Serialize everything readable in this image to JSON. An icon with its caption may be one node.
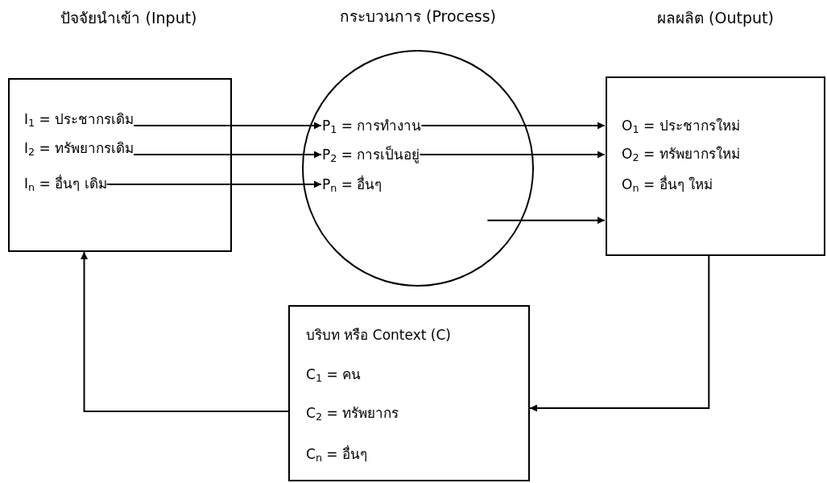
{
  "diagram": {
    "nodes": [
      {
        "text": [
          "ปัจจัยนำเข้า (Input)"
        ]
      },
      {
        "text": [
          "I$_{1}$ = ประชากรเดิม"
        ],
        "in": 0
      },
      {
        "text": [
          "I$_{2}$ = ทรัพยากรเดิม"
        ],
        "in": 0
      },
      {
        "text": [
          "I$_{n}$ = อื่นๆ เดิม"
        ],
        "in": 0
      },
      {
        "text": [
          "กระบวนการ (Process)"
        ]
      },
      {
        "text": [
          "P$_{1}$ = การทำงาน"
        ],
        "in": 4
      },
      {
        "text": [
          "P$_{2}$ = การเป็นอยู่"
        ],
        "in": 4
      },
      {
        "text": [
          "P$_{n}$ = อื่นๆ"
        ],
        "in": 4
      },
      {
        "text": [
          "ผลผลิต (Output)"
        ]
      },
      {
        "text": [
          "O$_{1}$ = ประชากรใหม่"
        ],
        "in": 8
      },
      {
        "text": [
          "O$_{2}$ = ทรัพยากรใหม่"
        ],
        "in": 8
      },
      {
        "text": [
          "O$_{n}$ = อื่นๆ ใหม่"
        ],
        "in": 8
      },
      {
        "text": [
          "บริบท หรือ Context (C)"
        ]
      },
      {
        "text": [
          "C$_{1}$ = คน"
        ],
        "in": 12
      },
      {
        "text": [
          "C$_{2}$ = ทรัพยากร"
        ],
        "in": 12
      },
      {
        "text": [
          "C$_{n}$ = อื่นๆ"
        ],
        "in": 12
      }
    ],
    "edges": [
      {
        "from": 1,
        "to": 5,
        "arrow": "to"
      },
      {
        "from": 2,
        "to": 6,
        "arrow": "to"
      },
      {
        "from": 3,
        "to": 7,
        "arrow": "to"
      },
      {
        "from": 5,
        "to": 8,
        "arrow": "to"
      },
      {
        "from": 6,
        "to": 8,
        "arrow": "to"
      },
      {
        "from": 4,
        "to": 8,
        "arrow": "to"
      },
      {
        "from": 8,
        "to": 12,
        "arrow": "to"
      },
      {
        "from": 12,
        "to": 0,
        "arrow": "to"
      }
    ]
  }
}
